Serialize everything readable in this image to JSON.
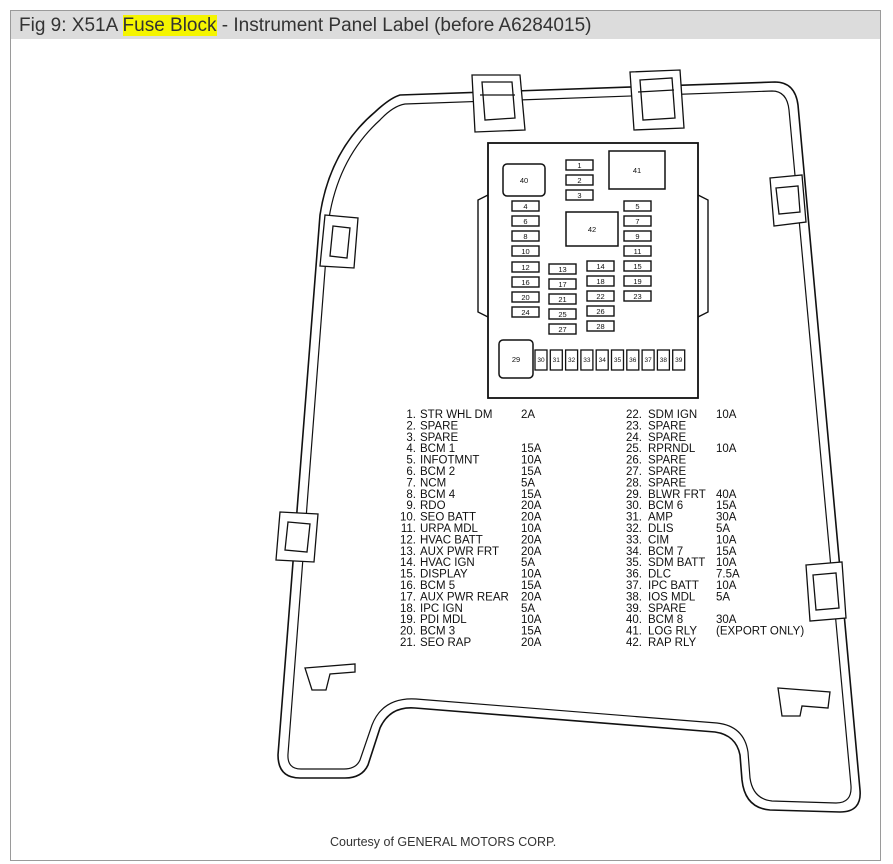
{
  "title": {
    "prefix": "Fig 9: X51A ",
    "highlight": "Fuse Block",
    "suffix": " - Instrument Panel Label (before A6284015)",
    "highlight_color": "#f5f500"
  },
  "fuse_block": {
    "relays": [
      "40",
      "41",
      "42",
      "29"
    ],
    "fuses": [
      "1",
      "2",
      "3",
      "4",
      "5",
      "6",
      "7",
      "8",
      "9",
      "10",
      "11",
      "12",
      "13",
      "14",
      "15",
      "16",
      "17",
      "18",
      "19",
      "20",
      "21",
      "22",
      "23",
      "24",
      "25",
      "26",
      "27",
      "28",
      "30",
      "31",
      "32",
      "33",
      "34",
      "35",
      "36",
      "37",
      "38",
      "39"
    ]
  },
  "legend": {
    "left": [
      {
        "num": "1.",
        "name": "STR WHL DM",
        "amp": "2A"
      },
      {
        "num": "2.",
        "name": "SPARE",
        "amp": ""
      },
      {
        "num": "3.",
        "name": "SPARE",
        "amp": ""
      },
      {
        "num": "4.",
        "name": "BCM 1",
        "amp": "15A"
      },
      {
        "num": "5.",
        "name": "INFOTMNT",
        "amp": "10A"
      },
      {
        "num": "6.",
        "name": "BCM 2",
        "amp": "15A"
      },
      {
        "num": "7.",
        "name": "NCM",
        "amp": "5A"
      },
      {
        "num": "8.",
        "name": "BCM 4",
        "amp": "15A"
      },
      {
        "num": "9.",
        "name": "RDO",
        "amp": "20A"
      },
      {
        "num": "10.",
        "name": "SEO BATT",
        "amp": "20A"
      },
      {
        "num": "11.",
        "name": "URPA MDL",
        "amp": "10A"
      },
      {
        "num": "12.",
        "name": "HVAC BATT",
        "amp": "20A"
      },
      {
        "num": "13.",
        "name": "AUX PWR FRT",
        "amp": "20A"
      },
      {
        "num": "14.",
        "name": "HVAC IGN",
        "amp": "5A"
      },
      {
        "num": "15.",
        "name": "DISPLAY",
        "amp": "10A"
      },
      {
        "num": "16.",
        "name": "BCM 5",
        "amp": "15A"
      },
      {
        "num": "17.",
        "name": "AUX PWR REAR",
        "amp": "20A"
      },
      {
        "num": "18.",
        "name": "IPC IGN",
        "amp": "5A"
      },
      {
        "num": "19.",
        "name": "PDI MDL",
        "amp": "10A"
      },
      {
        "num": "20.",
        "name": "BCM 3",
        "amp": "15A"
      },
      {
        "num": "21.",
        "name": "SEO RAP",
        "amp": "20A"
      }
    ],
    "right": [
      {
        "num": "22.",
        "name": "SDM IGN",
        "amp": "10A"
      },
      {
        "num": "23.",
        "name": "SPARE",
        "amp": ""
      },
      {
        "num": "24.",
        "name": "SPARE",
        "amp": ""
      },
      {
        "num": "25.",
        "name": "RPRNDL",
        "amp": "10A"
      },
      {
        "num": "26.",
        "name": "SPARE",
        "amp": ""
      },
      {
        "num": "27.",
        "name": "SPARE",
        "amp": ""
      },
      {
        "num": "28.",
        "name": "SPARE",
        "amp": ""
      },
      {
        "num": "29.",
        "name": "BLWR FRT",
        "amp": "40A"
      },
      {
        "num": "30.",
        "name": "BCM 6",
        "amp": "15A"
      },
      {
        "num": "31.",
        "name": "AMP",
        "amp": "30A"
      },
      {
        "num": "32.",
        "name": "DLIS",
        "amp": "5A"
      },
      {
        "num": "33.",
        "name": "CIM",
        "amp": "10A"
      },
      {
        "num": "34.",
        "name": "BCM 7",
        "amp": "15A"
      },
      {
        "num": "35.",
        "name": "SDM BATT",
        "amp": "10A"
      },
      {
        "num": "36.",
        "name": "DLC",
        "amp": "7.5A"
      },
      {
        "num": "37.",
        "name": "IPC BATT",
        "amp": "10A"
      },
      {
        "num": "38.",
        "name": "IOS MDL",
        "amp": "5A"
      },
      {
        "num": "39.",
        "name": "SPARE",
        "amp": ""
      },
      {
        "num": "40.",
        "name": "BCM 8",
        "amp": "30A"
      },
      {
        "num": "41.",
        "name": "LOG RLY",
        "amp": "(EXPORT ONLY)"
      },
      {
        "num": "42.",
        "name": "RAP RLY",
        "amp": ""
      }
    ]
  },
  "footer": "Courtesy of GENERAL MOTORS CORP."
}
